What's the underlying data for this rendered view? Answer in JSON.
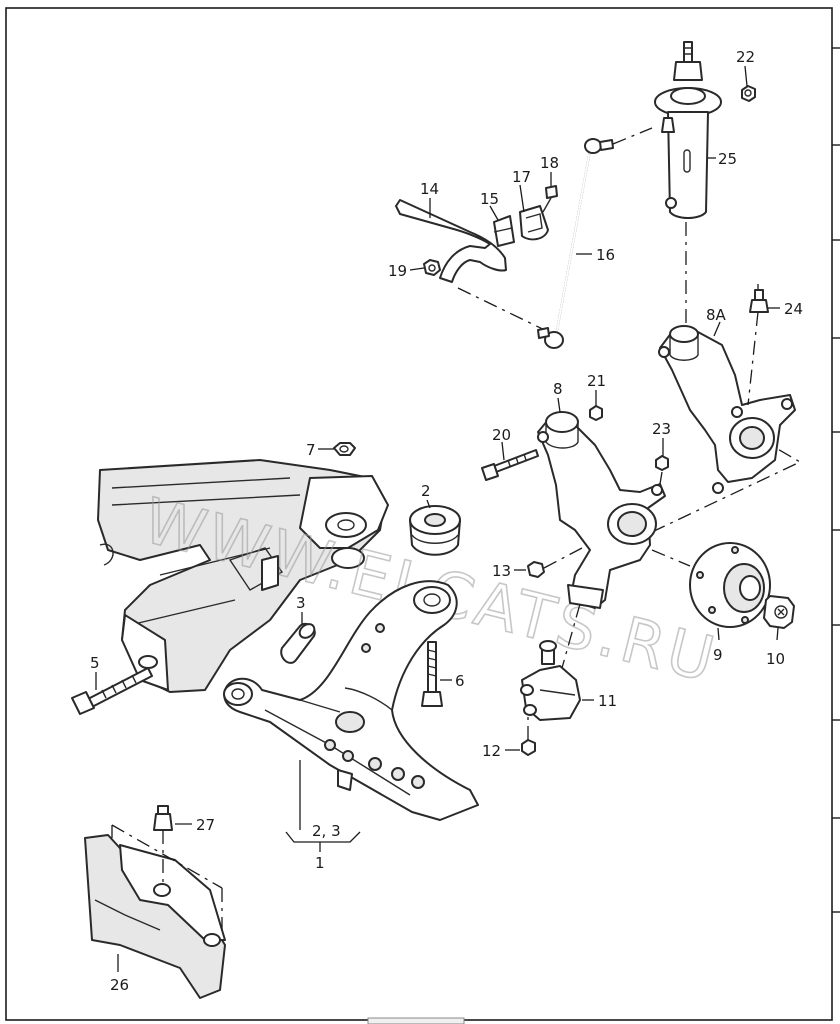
{
  "diagram": {
    "watermark": "WWW.ELCATS.RU",
    "callouts": {
      "p1": "1",
      "p2": "2",
      "p2_3": "2, 3",
      "p3": "3",
      "p5": "5",
      "p6": "6",
      "p7": "7",
      "p8": "8",
      "p8a": "8A",
      "p9": "9",
      "p10": "10",
      "p11": "11",
      "p12": "12",
      "p13": "13",
      "p14": "14",
      "p15": "15",
      "p16": "16",
      "p17": "17",
      "p18": "18",
      "p19": "19",
      "p20": "20",
      "p21": "21",
      "p22": "22",
      "p23": "23",
      "p24": "24",
      "p25": "25",
      "p26": "26",
      "p27": "27"
    }
  }
}
